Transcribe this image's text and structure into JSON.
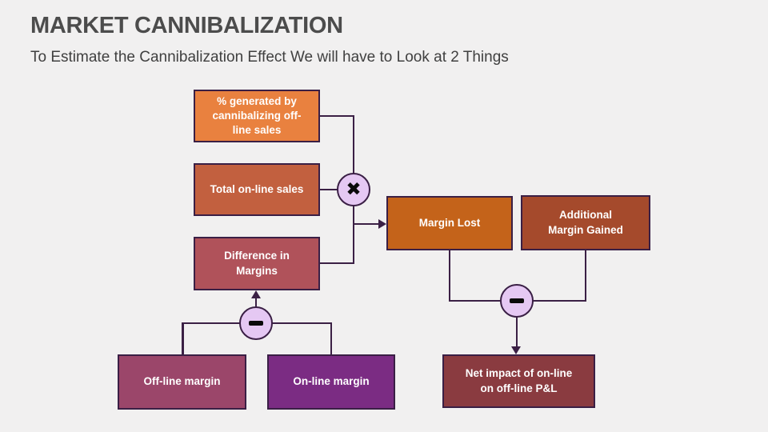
{
  "slide": {
    "title": "MARKET CANNIBALIZATION",
    "subtitle": "To Estimate the Cannibalization Effect We will have to Look at 2 Things"
  },
  "colors": {
    "background": "#F1F0F0",
    "title_text": "#4C4C4C",
    "subtitle_text": "#404040",
    "node_border": "#3A1F45",
    "connector_line": "#3B2045",
    "operator_fill": "#E5C8F3",
    "operator_symbol": "#0A0A0A",
    "node_text": "#FFFFFF"
  },
  "nodes": {
    "pct_generated": {
      "label": "% generated by\ncannibalizing off-\nline sales",
      "color": "#E9813F"
    },
    "total_online_sales": {
      "label": "Total on-line sales",
      "color": "#C2603F"
    },
    "difference_in_margins": {
      "label": "Difference in\nMargins",
      "color": "#B0525A"
    },
    "margin_lost": {
      "label": "Margin Lost",
      "color": "#C4631A"
    },
    "additional_margin_gained": {
      "label": "Additional\nMargin Gained",
      "color": "#A54A2C"
    },
    "offline_margin": {
      "label": "Off-line margin",
      "color": "#9B466A"
    },
    "online_margin": {
      "label": "On-line margin",
      "color": "#7B2C83"
    },
    "net_impact": {
      "label": "Net impact of on-line\non off-line P&L",
      "color": "#8A3B40"
    }
  },
  "operators": {
    "multiply": {
      "name": "multiply",
      "glyph": "✖"
    },
    "subtract_margins": {
      "name": "minus"
    },
    "subtract_net": {
      "name": "minus"
    }
  }
}
